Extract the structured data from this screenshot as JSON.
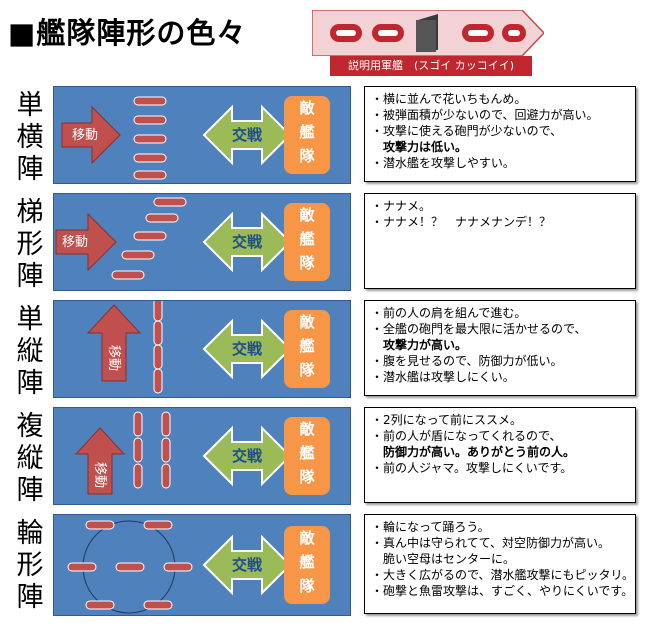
{
  "title": "■艦隊陣形の色々",
  "legend_caption": "説明用軍艦　(スゴイ カッコイイ)",
  "action_labels": {
    "move": "移動",
    "engage": "交戦"
  },
  "enemy_label": [
    "敵",
    "艦",
    "隊"
  ],
  "rows": [
    {
      "name": [
        "単",
        "横",
        "陣"
      ],
      "notes": [
        {
          "text": "・横に並んで花いちもんめ。"
        },
        {
          "text": "・被弾面積が少ないので、回避力が高い。"
        },
        {
          "text": "・攻撃に使える砲門が少ないので、"
        },
        {
          "text": "攻撃力は低い。",
          "bold": true,
          "indent": true
        },
        {
          "text": "・潜水艦を攻撃しやすい。"
        }
      ]
    },
    {
      "name": [
        "梯",
        "形",
        "陣"
      ],
      "notes": [
        {
          "text": "・ナナメ。"
        },
        {
          "text": "・ナナメ！？　ナナメナンデ！？"
        }
      ]
    },
    {
      "name": [
        "単",
        "縦",
        "陣"
      ],
      "notes": [
        {
          "text": "・前の人の肩を組んで進む。"
        },
        {
          "text": "・全艦の砲門を最大限に活かせるので、"
        },
        {
          "text": "攻撃力が高い。",
          "bold": true,
          "indent": true
        },
        {
          "text": "・腹を見せるので、防御力が低い。"
        },
        {
          "text": "・潜水艦は攻撃しにくい。"
        }
      ]
    },
    {
      "name": [
        "複",
        "縦",
        "陣"
      ],
      "notes": [
        {
          "text": "・2列になって前にススメ。"
        },
        {
          "text": "・前の人が盾になってくれるので、"
        },
        {
          "text": "防御力が高い。ありがとう前の人。",
          "indent": true
        },
        {
          "text": "・前の人ジャマ。攻撃しにくいです。"
        }
      ]
    },
    {
      "name": [
        "輪",
        "形",
        "陣"
      ],
      "notes": [
        {
          "text": "・輪になって踊ろう。"
        },
        {
          "text": "・真ん中は守られてて、対空防御力が高い。"
        },
        {
          "text": "脆い空母はセンターに。",
          "indent": true
        },
        {
          "text": "・大きく広がるので、潜水艦攻撃にもピッタリ。"
        },
        {
          "text": "・砲撃と魚雷攻撃は、すごく、やりにくいです。"
        }
      ]
    }
  ],
  "colors": {
    "panel": "#4f81bd",
    "move_arrow": "#c0504d",
    "engage_arrow": "#9bbb59",
    "enemy_box": "#f79646",
    "ship": "#c0504d"
  }
}
